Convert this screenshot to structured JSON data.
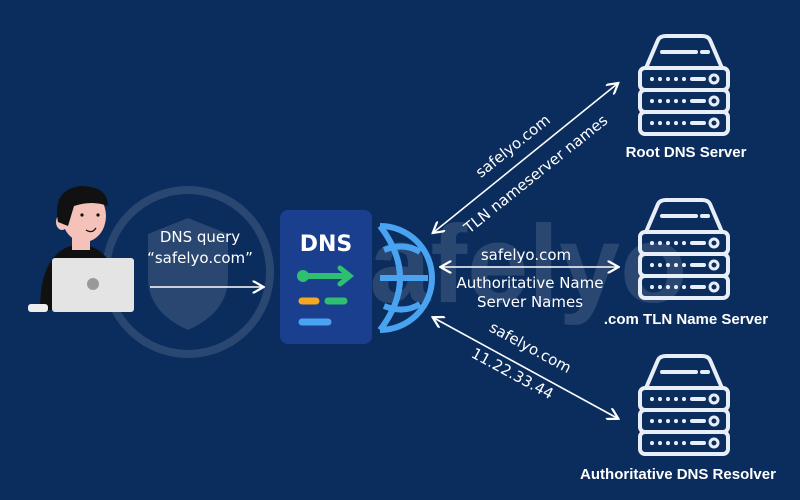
{
  "watermark": "Safelyo",
  "client": {
    "query_line1": "DNS query",
    "query_line2": "“safelyo.com”"
  },
  "resolver": {
    "label": "DNS"
  },
  "servers": [
    {
      "name": "Root DNS Server",
      "request": "safelyo.com",
      "response": "TLN nameserver names"
    },
    {
      "name": ".com TLN Name Server",
      "request": "safelyo.com",
      "response_line1": "Authoritative Name",
      "response_line2": "Server Names"
    },
    {
      "name": "Authoritative DNS Resolver",
      "request": "safelyo.com",
      "response": "11.22.33.44"
    }
  ],
  "colors": {
    "background": "#0b2d5d",
    "card": "#1a3f8f",
    "green": "#2fbf71",
    "orange": "#f5a623",
    "blue": "#4aa3f0"
  }
}
